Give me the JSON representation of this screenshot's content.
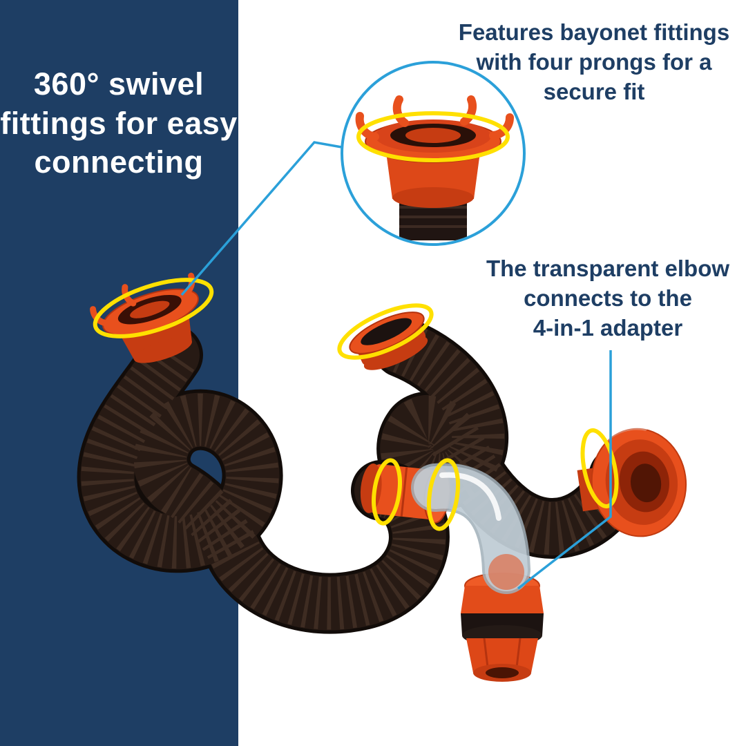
{
  "left_panel": {
    "line1": "360° swivel",
    "line2": "fittings for easy",
    "line3": "connecting"
  },
  "callouts": {
    "bayonet": {
      "line1": "Features bayonet fittings",
      "line2": "with four prongs for a",
      "line3": "secure fit"
    },
    "elbow": {
      "line1": "The transparent elbow",
      "line2": "connects to the",
      "line3": "4-in-1 adapter"
    }
  },
  "icons": {
    "zoom_inset": "magnified-detail-circle",
    "swivel_highlight": "yellow-ring-highlight"
  },
  "colors": {
    "navy": "#1e3e64",
    "accent-blue": "#2ba0d9",
    "highlight-yellow": "#ffe000",
    "orange": "#e8501d",
    "orange-dark": "#c63c12",
    "orange-deep": "#8e2408",
    "hose": "#271a14",
    "hose-ridge": "#553d2f"
  }
}
